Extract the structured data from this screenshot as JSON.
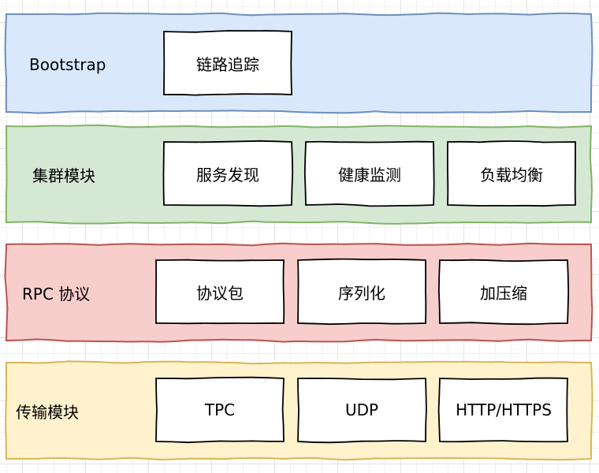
{
  "diagram": {
    "layers": [
      {
        "label": "Bootstrap",
        "fill": "#dae8fc",
        "stroke": "#6c8ebf",
        "components": [
          "链路追踪"
        ]
      },
      {
        "label": "集群模块",
        "fill": "#d5e8d4",
        "stroke": "#82b366",
        "components": [
          "服务发现",
          "健康监测",
          "负载均衡"
        ]
      },
      {
        "label": "RPC 协议",
        "fill": "#f8cecc",
        "stroke": "#b85450",
        "components": [
          "协议包",
          "序列化",
          "加压缩"
        ]
      },
      {
        "label": "传输模块",
        "fill": "#fff2cc",
        "stroke": "#d6b656",
        "components": [
          "TPC",
          "UDP",
          "HTTP/HTTPS"
        ]
      }
    ]
  }
}
